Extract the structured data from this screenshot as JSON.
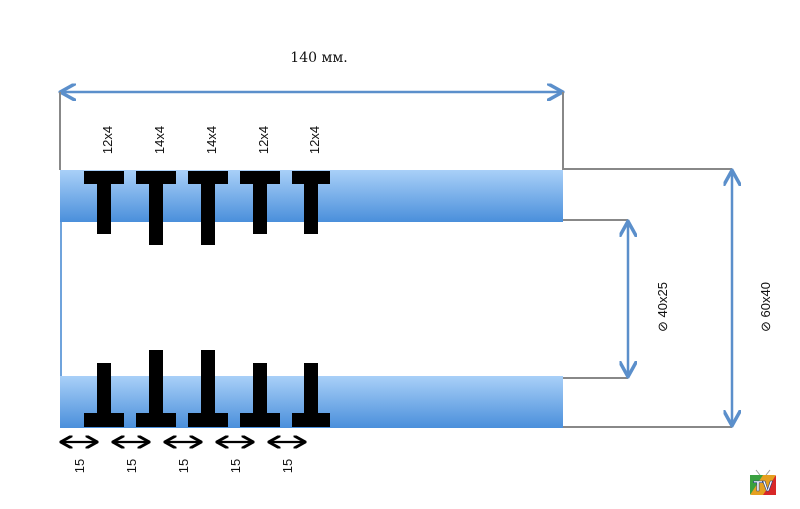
{
  "title": "140 мм.",
  "top_labels": [
    "12x4",
    "14x4",
    "14x4",
    "12x4",
    "12x4"
  ],
  "spacing_labels": [
    "15",
    "15",
    "15",
    "15",
    "15"
  ],
  "inner_diameter_label": "⊘ 40x25",
  "outer_diameter_label": "⊘ 60x40",
  "logo_text": "TV",
  "colors": {
    "band_top": "#a6cdf7",
    "band_bottom": "#4a90dc",
    "arrow": "#5b8fcb",
    "leader": "#888888",
    "bolt": "#000000"
  }
}
